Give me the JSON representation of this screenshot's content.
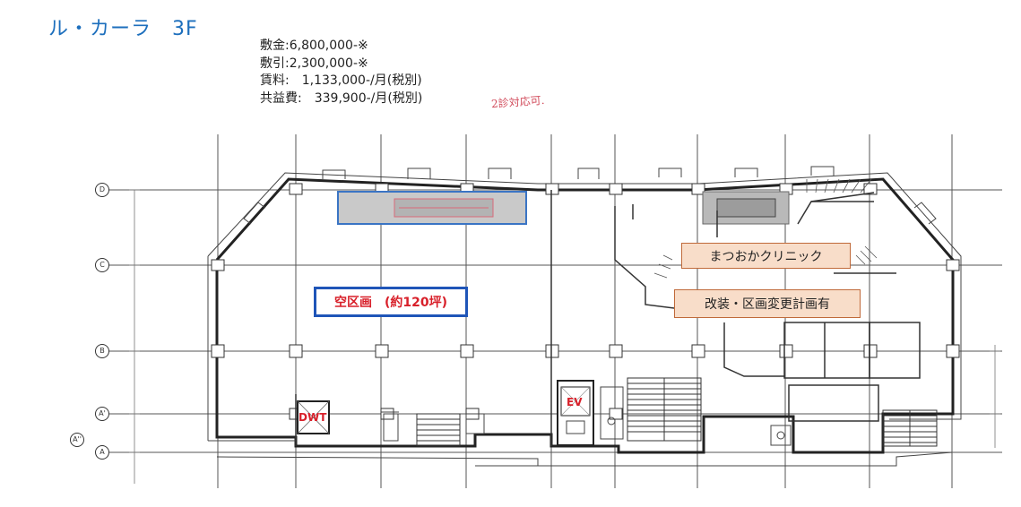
{
  "header": {
    "title": "ル・カーラ　3F"
  },
  "terms": {
    "deposit": "敷金:6,800,000-※",
    "deduction": "敷引:2,300,000-※",
    "rent": "賃料:　1,133,000-/月(税別)",
    "common_fee": "共益費:　339,900-/月(税別)"
  },
  "handwritten_note": "2診対応可.",
  "floorplan": {
    "vacant_label": "空区画　(約120坪)",
    "tenant_label": "まつおかクリニック",
    "renovation_label": "改装・区画変更計画有",
    "dwt_label": "DWT",
    "ev_label": "EV",
    "grid_labels": [
      "D",
      "C",
      "B",
      "A'",
      "A",
      "A''"
    ]
  },
  "colors": {
    "title": "#1d6fbd",
    "vacant_border": "#1f55b8",
    "red_text": "#d8202a",
    "callout_fill": "#f8ddc9"
  }
}
